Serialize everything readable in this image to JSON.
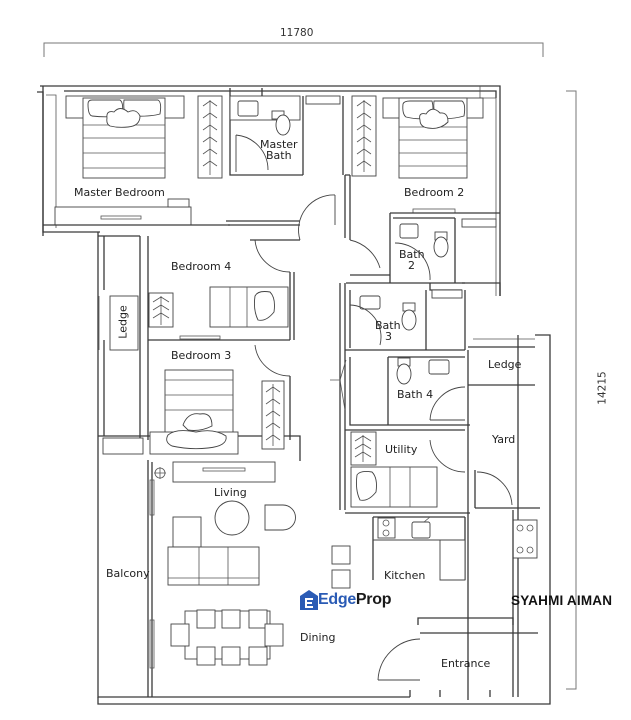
{
  "dimensions": {
    "width_label": "11780",
    "height_label": "14215"
  },
  "rooms": {
    "master_bedroom": "Master Bedroom",
    "master_bath_line1": "Master",
    "master_bath_line2": "Bath",
    "bedroom2": "Bedroom 2",
    "bath2_line1": "Bath",
    "bath2_line2": "2",
    "bedroom4": "Bedroom 4",
    "bath3_line1": "Bath",
    "bath3_line2": "3",
    "ledge_left": "Ledge",
    "bedroom3": "Bedroom 3",
    "ledge_right": "Ledge",
    "bath4": "Bath 4",
    "utility": "Utility",
    "yard": "Yard",
    "living": "Living",
    "balcony": "Balcony",
    "kitchen": "Kitchen",
    "dining": "Dining",
    "entrance": "Entrance"
  },
  "branding": {
    "logo_part1": "Edge",
    "logo_part2": "Prop",
    "logo_color_primary": "#2a5bb5",
    "logo_color_secondary": "#1a1a1a",
    "agent_name": "SYAHMI AIMAN"
  },
  "icons": {
    "logo_house": "house-icon"
  }
}
